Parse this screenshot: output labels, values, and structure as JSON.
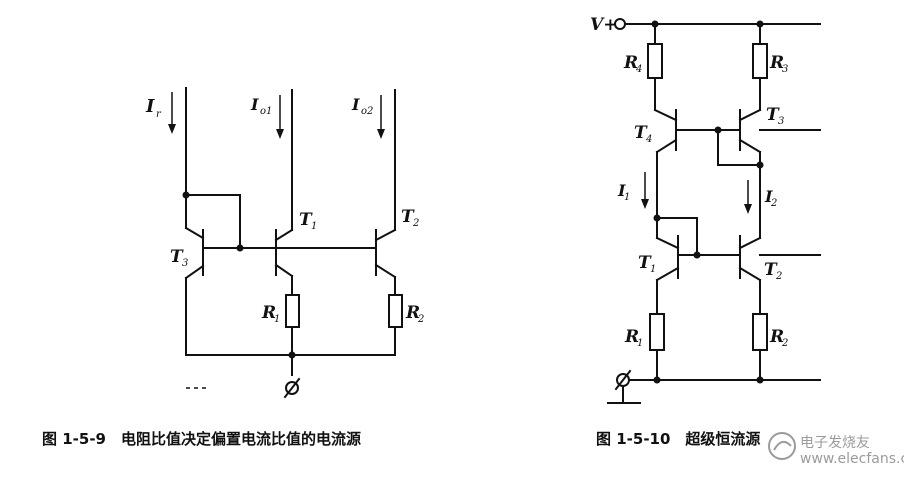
{
  "fig1": {
    "caption": "图 1-5-9　电阻比值决定偏置电流比值的电流源",
    "labels": {
      "ir": "I",
      "ir_sub": "r",
      "io1": "I",
      "io1_sub": "o1",
      "io2": "I",
      "io2_sub": "o2",
      "t1": "T",
      "t1_sub": "1",
      "t2": "T",
      "t2_sub": "2",
      "t3": "T",
      "t3_sub": "3",
      "r1": "R",
      "r1_sub": "1",
      "r2": "R",
      "r2_sub": "2"
    }
  },
  "fig2": {
    "caption": "图 1-5-10　超级恒流源",
    "labels": {
      "vplus": "V+",
      "r4": "R",
      "r4_sub": "4",
      "r3": "R",
      "r3_sub": "3",
      "t4": "T",
      "t4_sub": "4",
      "t3": "T",
      "t3_sub": "3",
      "i1": "I",
      "i1_sub": "1",
      "i2": "I",
      "i2_sub": "2",
      "t1": "T",
      "t1_sub": "1",
      "t2": "T",
      "t2_sub": "2",
      "r1": "R",
      "r1_sub": "1",
      "r2": "R",
      "r2_sub": "2"
    }
  },
  "watermark": "电子发烧友",
  "watermark_url": "www.elecfans.com",
  "colors": {
    "ink": "#111111",
    "background": "#ffffff",
    "watermark": "#8a8a8a"
  }
}
